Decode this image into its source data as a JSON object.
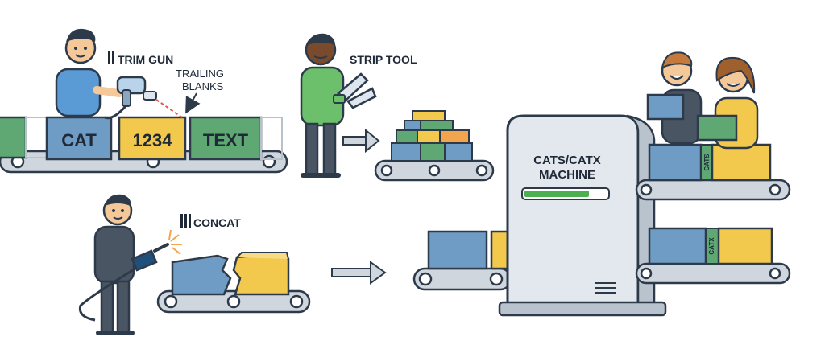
{
  "labels": {
    "trim_gun": "TRIM GUN",
    "trailing_blanks_1": "TRAILING",
    "trailing_blanks_2": "BLANKS",
    "strip_tool": "STRIP TOOL",
    "concat": "CONCAT",
    "machine_line1": "CATS/CATX",
    "machine_line2": "MACHINE"
  },
  "boxes": {
    "cat": "CAT",
    "num": "1234",
    "text": "TEXT",
    "cats_tag": "CATS",
    "catx_tag": "CATX"
  },
  "colors": {
    "blue_box": "#6f9cc4",
    "yellow_box": "#f2c94c",
    "green_box": "#5fa873",
    "outline": "#2d3a4a",
    "conveyor": "#cfd6de",
    "machine": "#e3e8ee",
    "progress": "#4caf50"
  }
}
